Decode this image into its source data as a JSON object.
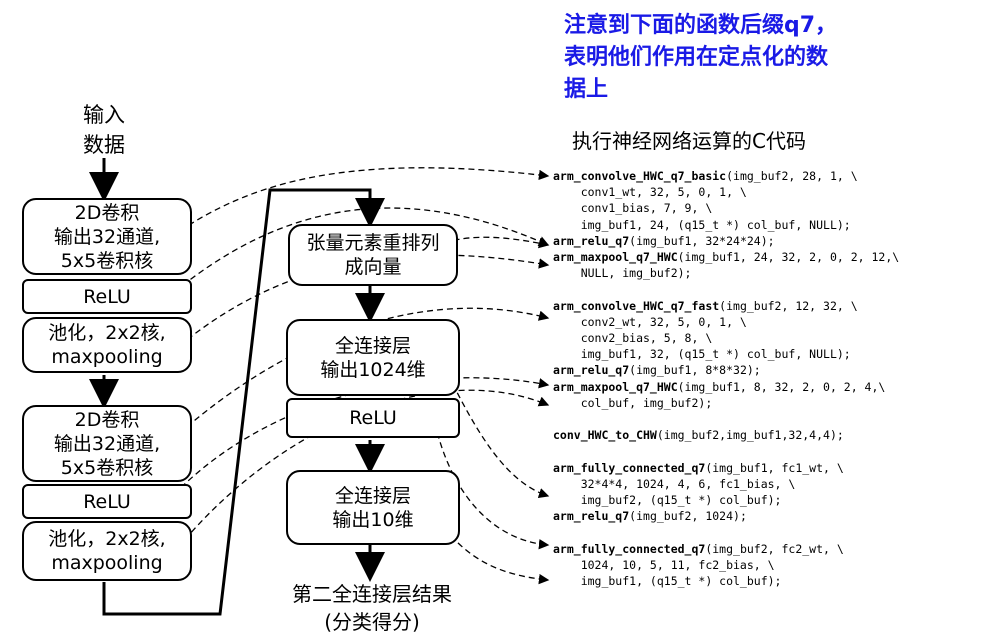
{
  "note": {
    "lines": [
      "注意到下面的函数后缀q7，",
      "表明他们作用在定点化的数",
      "据上"
    ]
  },
  "code_title": "执行神经网络运算的C代码",
  "input": {
    "line1": "输入",
    "line2": "数据"
  },
  "left_column": [
    {
      "line1": "2D卷积",
      "line2": "输出32通道,",
      "line3": "5x5卷积核"
    },
    {
      "text": "ReLU"
    },
    {
      "line1": "池化，2x2核,",
      "line2": "maxpooling"
    },
    {
      "line1": "2D卷积",
      "line2": "输出32通道,",
      "line3": "5x5卷积核"
    },
    {
      "text": "ReLU"
    },
    {
      "line1": "池化，2x2核,",
      "line2": "maxpooling"
    }
  ],
  "middle_column": [
    {
      "line1": "张量元素重排列",
      "line2": "成向量"
    },
    {
      "line1": "全连接层",
      "line2": "输出1024维"
    },
    {
      "text": "ReLU"
    },
    {
      "line1": "全连接层",
      "line2": "输出10维"
    }
  ],
  "output": {
    "line1": "第二全连接层结果",
    "line2": "(分类得分)"
  },
  "code": [
    {
      "fn": "arm_convolve_HWC_q7_basic",
      "args": "(img_buf2, 28, 1, \\"
    },
    {
      "fn": "",
      "args": "    conv1_wt, 32, 5, 0, 1, \\"
    },
    {
      "fn": "",
      "args": "    conv1_bias, 7, 9, \\"
    },
    {
      "fn": "",
      "args": "    img_buf1, 24, (q15_t *) col_buf, NULL);"
    },
    {
      "fn": "arm_relu_q7",
      "args": "(img_buf1, 32*24*24);"
    },
    {
      "fn": "arm_maxpool_q7_HWC",
      "args": "(img_buf1, 24, 32, 2, 0, 2, 12,\\"
    },
    {
      "fn": "",
      "args": "    NULL, img_buf2);"
    },
    {
      "fn": "",
      "args": ""
    },
    {
      "fn": "arm_convolve_HWC_q7_fast",
      "args": "(img_buf2, 12, 32, \\"
    },
    {
      "fn": "",
      "args": "    conv2_wt, 32, 5, 0, 1, \\"
    },
    {
      "fn": "",
      "args": "    conv2_bias, 5, 8, \\"
    },
    {
      "fn": "",
      "args": "    img_buf1, 32, (q15_t *) col_buf, NULL);"
    },
    {
      "fn": "arm_relu_q7",
      "args": "(img_buf1, 8*8*32);"
    },
    {
      "fn": "arm_maxpool_q7_HWC",
      "args": "(img_buf1, 8, 32, 2, 0, 2, 4,\\"
    },
    {
      "fn": "",
      "args": "    col_buf, img_buf2);"
    },
    {
      "fn": "",
      "args": ""
    },
    {
      "fn": "conv_HWC_to_CHW",
      "args": "(img_buf2,img_buf1,32,4,4);"
    },
    {
      "fn": "",
      "args": ""
    },
    {
      "fn": "arm_fully_connected_q7",
      "args": "(img_buf1, fc1_wt, \\"
    },
    {
      "fn": "",
      "args": "    32*4*4, 1024, 4, 6, fc1_bias, \\"
    },
    {
      "fn": "",
      "args": "    img_buf2, (q15_t *) col_buf);"
    },
    {
      "fn": "arm_relu_q7",
      "args": "(img_buf2, 1024);"
    },
    {
      "fn": "",
      "args": ""
    },
    {
      "fn": "arm_fully_connected_q7",
      "args": "(img_buf2, fc2_wt, \\"
    },
    {
      "fn": "",
      "args": "    1024, 10, 5, 11, fc2_bias, \\"
    },
    {
      "fn": "",
      "args": "    img_buf1, (q15_t *) col_buf);"
    }
  ]
}
